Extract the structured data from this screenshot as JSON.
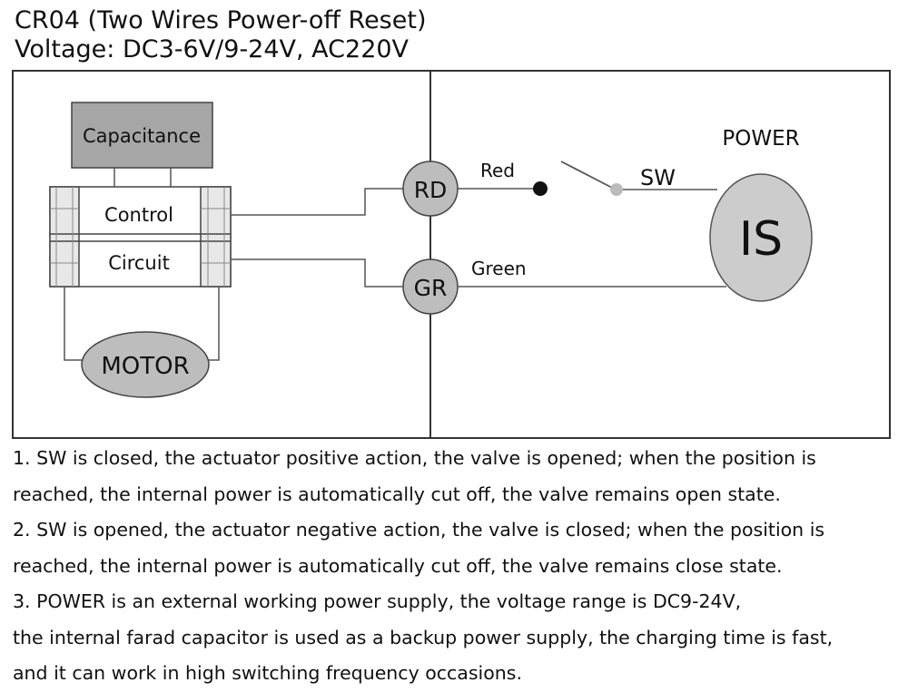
{
  "header": {
    "title": "CR04 (Two Wires Power-off Reset)",
    "voltage": "Voltage: DC3-6V/9-24V, AC220V"
  },
  "diagram": {
    "capacitance_label": "Capacitance",
    "control_label": "Control",
    "circuit_label": "Circuit",
    "motor_label": "MOTOR",
    "rd_label": "RD",
    "gr_label": "GR",
    "red_wire_label": "Red",
    "green_wire_label": "Green",
    "switch_label": "SW",
    "power_label": "POWER",
    "is_label": "IS"
  },
  "notes": [
    "1. SW is closed, the actuator positive action, the valve is opened; when the position is",
    "reached, the internal power is automatically cut off, the valve remains open state.",
    "2. SW is opened, the actuator negative action, the valve is closed; when the position is",
    "reached, the internal power is automatically cut off, the valve remains close state.",
    "3. POWER is an external working power supply, the voltage range is DC9-24V,",
    "the internal farad capacitor is used as a backup power supply, the charging time is fast,",
    "and it can work in high switching frequency occasions."
  ]
}
